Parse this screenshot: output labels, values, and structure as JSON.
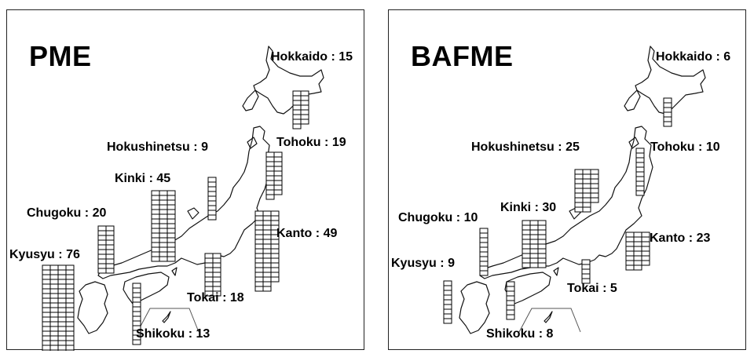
{
  "panels": [
    {
      "title": "PME",
      "regions": [
        {
          "name": "Hokkaido",
          "value": 15
        },
        {
          "name": "Tohoku",
          "value": 19
        },
        {
          "name": "Hokushinetsu",
          "value": 9
        },
        {
          "name": "Kinki",
          "value": 45
        },
        {
          "name": "Chugoku",
          "value": 20
        },
        {
          "name": "Kanto",
          "value": 49
        },
        {
          "name": "Kyusyu",
          "value": 76
        },
        {
          "name": "Tokai",
          "value": 18
        },
        {
          "name": "Shikoku",
          "value": 13
        }
      ]
    },
    {
      "title": "BAFME",
      "regions": [
        {
          "name": "Hokkaido",
          "value": 6
        },
        {
          "name": "Hokushinetsu",
          "value": 25
        },
        {
          "name": "Tohoku",
          "value": 10
        },
        {
          "name": "Chugoku",
          "value": 10
        },
        {
          "name": "Kinki",
          "value": 30
        },
        {
          "name": "Kanto",
          "value": 23
        },
        {
          "name": "Kyusyu",
          "value": 9
        },
        {
          "name": "Tokai",
          "value": 5
        },
        {
          "name": "Shikoku",
          "value": 8
        }
      ]
    }
  ],
  "separator": ":",
  "colors": {
    "outline": "#111111",
    "cell_fill": "#ffffff",
    "cell_stroke": "#000000"
  }
}
